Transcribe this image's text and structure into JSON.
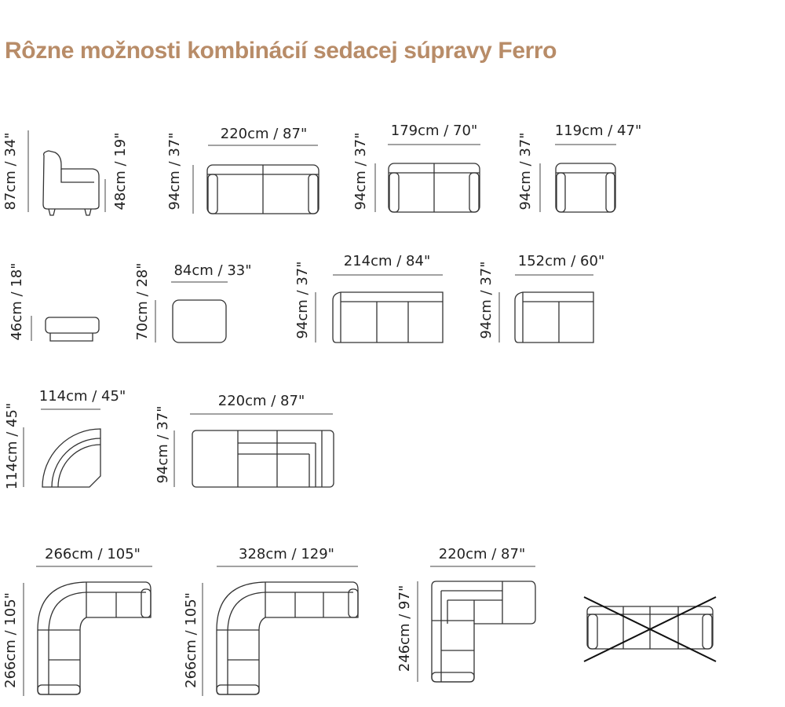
{
  "title": "Rôzne možnosti kombinácií sedacej súpravy Ferro",
  "colors": {
    "title": "#b88c68",
    "line": "#333333",
    "background": "#ffffff"
  },
  "labels": {
    "armchair_side_height": "87cm / 34\"",
    "armchair_side_seat": "48cm / 19\"",
    "sofa3_width": "220cm / 87\"",
    "sofa3_height": "94cm / 37\"",
    "sofa2_width": "179cm / 70\"",
    "sofa2_height": "94cm / 37\"",
    "armchair_width": "119cm / 47\"",
    "armchair_height": "94cm / 37\"",
    "pouf_side_height": "46cm / 18\"",
    "pouf_depth": "70cm / 28\"",
    "pouf_width": "84cm / 33\"",
    "module3_width": "214cm / 84\"",
    "module3_height": "94cm / 37\"",
    "module2_width": "152cm / 60\"",
    "module2_height": "94cm / 37\"",
    "corner_width": "114cm / 45\"",
    "corner_height": "114cm / 45\"",
    "chaise_width": "220cm / 87\"",
    "chaise_height": "94cm / 37\"",
    "l1_width": "266cm / 105\"",
    "l1_height": "266cm / 105\"",
    "l2_width": "328cm / 129\"",
    "l2_height": "266cm / 105\"",
    "l3_width": "220cm / 87\"",
    "l3_height": "246cm / 97\""
  },
  "crossed_out": true
}
